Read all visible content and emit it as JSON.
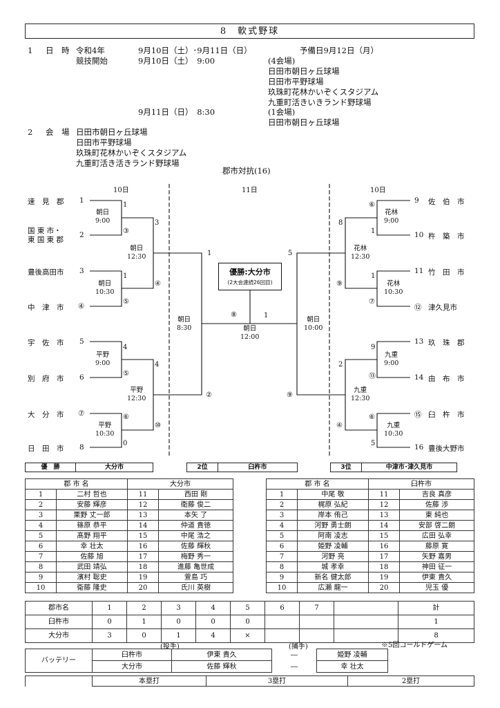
{
  "title": "8　軟式野球",
  "schedule": {
    "l1_num": "1",
    "l1_label": "日　時",
    "l1_a": "令和4年",
    "l1_b": "9月10日（土）･9月11日（日）",
    "l1_c": "予備日9月12日（月）",
    "l2_a": "競技開始",
    "l2_b": "9月10日（土）　9:00",
    "l2_c": "(4会場)",
    "v1": "日田市朝日ヶ丘球場",
    "v2": "日田市平野球場",
    "v3": "玖珠町花林かいぞくスタジアム",
    "v4": "九重町活きいきランド野球場",
    "l3_b": "9月11日（日）　8:30",
    "l3_c": "(1会場)",
    "v5": "日田市朝日ヶ丘球場"
  },
  "venue": {
    "num": "2",
    "label": "会　場",
    "items": [
      "日田市朝日ヶ丘球場",
      "日田市平野球場",
      "玖珠町花林かいぞくスタジアム",
      "九重町活き活きランド野球場"
    ]
  },
  "bracket": {
    "heading": "郡市対抗(16)",
    "day_left": "10日",
    "day_center": "11日",
    "day_right": "10日",
    "left_teams": [
      {
        "name": "速　見　郡",
        "seed": "1"
      },
      {
        "name": "国 東 市・\n東 国 東 郡",
        "seed": "2"
      },
      {
        "name": "豊後高田市",
        "seed": "3"
      },
      {
        "name": "中　津　市",
        "seed": "④"
      },
      {
        "name": "宇　佐　市",
        "seed": "5"
      },
      {
        "name": "別　府　市",
        "seed": "6"
      },
      {
        "name": "大　分　市",
        "seed": "⑦"
      },
      {
        "name": "日　田　市",
        "seed": "8"
      }
    ],
    "right_teams": [
      {
        "seed": "9",
        "name": "佐　伯　市"
      },
      {
        "seed": "10",
        "name": "杵　築　市"
      },
      {
        "seed": "11",
        "name": "竹　田　市"
      },
      {
        "seed": "⑫",
        "name": "津久見市"
      },
      {
        "seed": "13",
        "name": "玖　珠　郡"
      },
      {
        "seed": "14",
        "name": "由　布　市"
      },
      {
        "seed": "⑮",
        "name": "臼　杵　市"
      },
      {
        "seed": "16",
        "name": "豊後大野市"
      }
    ],
    "slots": {
      "l_r1_a": "朝日\n9:00",
      "l_r1_b": "朝日\n10:30",
      "l_r1_c": "平野\n9:00",
      "l_r1_d": "平野\n10:30",
      "l_r2_a": "朝日\n12:30",
      "l_r2_b": "平野\n12:30",
      "l_sf": "朝日\n8:30",
      "final": "朝日\n12:00",
      "r_r1_a": "花林\n9:00",
      "r_r1_b": "花林\n10:30",
      "r_r1_c": "九重\n9:00",
      "r_r1_d": "九重\n10:30",
      "r_r2_a": "花林\n12:30",
      "r_r2_b": "九重\n12:30",
      "r_sf": "朝日\n10:00"
    },
    "scores": {
      "l1": "1",
      "l2": "③",
      "l3": "1",
      "l4": "⑤",
      "l5": "4",
      "l6": "⑤",
      "l7": "⑥",
      "l8": "0",
      "lq1": "3",
      "lq2": "④",
      "lq3": "4",
      "lq4": "⑩",
      "ls1": "1",
      "ls2": "②",
      "f_l": "⑧",
      "f_r": "1",
      "rs1": "5",
      "rs2": "⑨",
      "rq1": "8",
      "rq2": "⑨",
      "rq3": "2",
      "rq4": "④",
      "r1": "⑥",
      "r2": "1",
      "r3": "1",
      "r4": "⑦",
      "r5": "9",
      "r6": "⑬",
      "r7": "⑥",
      "r8": "5"
    },
    "champion_title": "優勝:大分市",
    "champion_note": "(2大会連続26回目)"
  },
  "results": [
    {
      "label": "優　勝",
      "team": "大分市"
    },
    {
      "label": "2位",
      "team": "臼杵市"
    },
    {
      "label": "3位",
      "team": "中津市･津久見市"
    }
  ],
  "rosters": [
    {
      "header_label": "郡 市 名",
      "team": "大分市",
      "players": [
        [
          "1",
          "二村 哲也",
          "11",
          "西田 剛"
        ],
        [
          "2",
          "安藤 輝彦",
          "12",
          "衛藤 俊二"
        ],
        [
          "3",
          "栗野 丈一郎",
          "13",
          "本矢 了"
        ],
        [
          "4",
          "篠原 恭平",
          "14",
          "仲道 貴徳"
        ],
        [
          "5",
          "髙野 翔平",
          "15",
          "中尾 浩之"
        ],
        [
          "6",
          "幸 壮太",
          "16",
          "佐藤 輝秋"
        ],
        [
          "7",
          "佐藤 旭",
          "17",
          "梅野 秀一"
        ],
        [
          "8",
          "武田 靖弘",
          "18",
          "進藤 亀世成"
        ],
        [
          "9",
          "濱村 聡史",
          "19",
          "萱島 巧"
        ],
        [
          "10",
          "衞藤 隆史",
          "20",
          "氏川 英樹"
        ]
      ]
    },
    {
      "header_label": "郡 市 名",
      "team": "臼杵市",
      "players": [
        [
          "1",
          "中尾 敬",
          "11",
          "吉良 真彦"
        ],
        [
          "2",
          "梶原 弘紀",
          "12",
          "佐藤 渉"
        ],
        [
          "3",
          "岸本 侑己",
          "13",
          "東 純也"
        ],
        [
          "4",
          "河野 勇士朗",
          "14",
          "安部 啓二朗"
        ],
        [
          "5",
          "阿南 凌志",
          "15",
          "広田 弘幸"
        ],
        [
          "6",
          "姫野 凌輔",
          "16",
          "藤原 寛"
        ],
        [
          "7",
          "河野 亮",
          "17",
          "矢野 嘉男"
        ],
        [
          "8",
          "城 孝幸",
          "18",
          "神田 征一"
        ],
        [
          "9",
          "新名 健太郎",
          "19",
          "伊東 貴久"
        ],
        [
          "10",
          "広瀬 龍一",
          "20",
          "児玉 優"
        ]
      ]
    }
  ],
  "scoreboard": {
    "header": [
      "郡市名",
      "1",
      "2",
      "3",
      "4",
      "5",
      "6",
      "7",
      "",
      "計"
    ],
    "rows": [
      [
        "臼杵市",
        "0",
        "1",
        "0",
        "0",
        "0",
        "",
        "",
        "",
        "1"
      ],
      [
        "大分市",
        "3",
        "0",
        "1",
        "4",
        "×",
        "",
        "",
        "",
        "8"
      ]
    ],
    "note": "※5回コールドゲーム"
  },
  "battery": {
    "label": "バッテリー",
    "pitcher_head": "(投手)",
    "catcher_head": "(捕手)",
    "rows": [
      {
        "team": "臼杵市",
        "pitcher": "伊東 貴久",
        "dash": "―",
        "catcher": "姫野 凌輔"
      },
      {
        "team": "大分市",
        "pitcher": "佐藤 輝秋",
        "dash": "―",
        "catcher": "幸 壮太"
      }
    ]
  },
  "hits": {
    "h1": "本塁打",
    "h3": "3塁打",
    "h2": "2塁打"
  }
}
